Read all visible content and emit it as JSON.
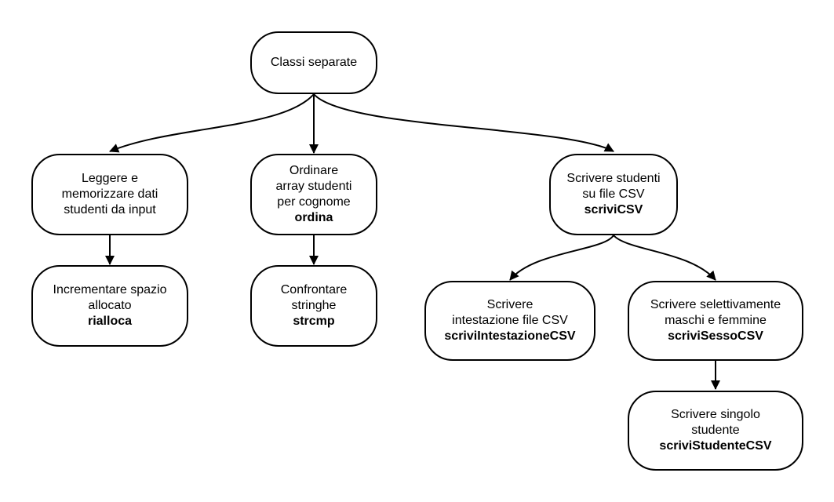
{
  "diagram": {
    "root": {
      "lines": [
        "Classi separate"
      ],
      "fn": ""
    },
    "leggere": {
      "lines": [
        "Leggere e",
        "memorizzare dati",
        "studenti da input"
      ],
      "fn": ""
    },
    "ordinare": {
      "lines": [
        "Ordinare",
        "array studenti",
        "per cognome"
      ],
      "fn": "ordina"
    },
    "scrivere": {
      "lines": [
        "Scrivere studenti",
        "su file CSV"
      ],
      "fn": "scriviCSV"
    },
    "incrementare": {
      "lines": [
        "Incrementare spazio",
        "allocato"
      ],
      "fn": "rialloca"
    },
    "confrontare": {
      "lines": [
        "Confrontare",
        "stringhe"
      ],
      "fn": "strcmp"
    },
    "intestazione": {
      "lines": [
        "Scrivere",
        "intestazione file CSV"
      ],
      "fn": "scriviIntestazioneCSV"
    },
    "sesso": {
      "lines": [
        "Scrivere selettivamente",
        "maschi e femmine"
      ],
      "fn": "scriviSessoCSV"
    },
    "studente": {
      "lines": [
        "Scrivere singolo",
        "studente"
      ],
      "fn": "scriviStudenteCSV"
    }
  }
}
